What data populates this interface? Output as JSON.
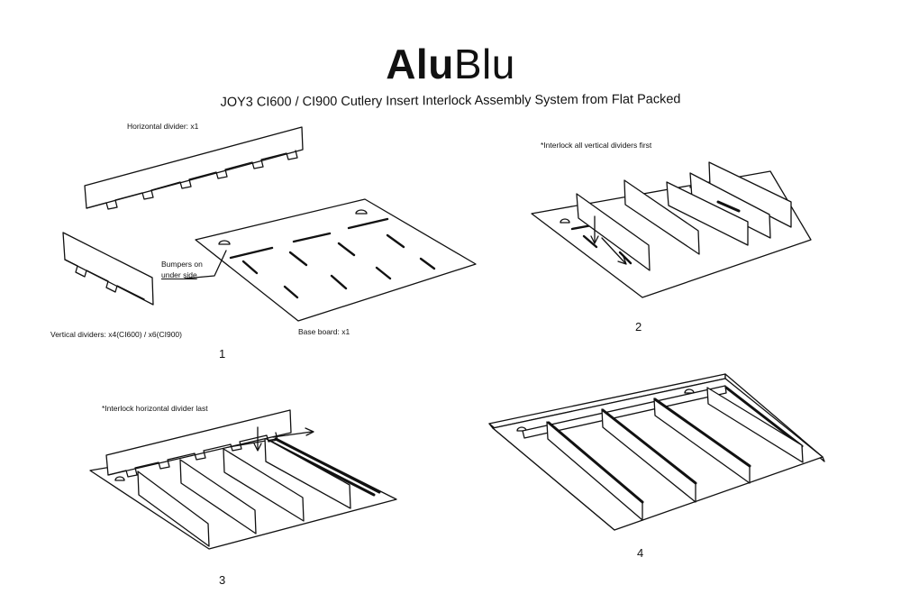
{
  "header": {
    "brand_bold": "Alu",
    "brand_light": "Blu",
    "subtitle": "JOY3 CI600 / CI900 Cutlery Insert Interlock Assembly System from Flat Packed"
  },
  "step1": {
    "number": "1",
    "horizontal_divider_label": "Horizontal divider: x1",
    "vertical_dividers_label": "Vertical dividers: x4(CI600) / x6(CI900)",
    "bumpers_label_line1": "Bumpers on",
    "bumpers_label_line2": "under side",
    "base_board_label": "Base board: x1"
  },
  "step2": {
    "number": "2",
    "note": "*Interlock all vertical dividers first"
  },
  "step3": {
    "number": "3",
    "note": "*Interlock horizontal divider last"
  },
  "step4": {
    "number": "4"
  }
}
